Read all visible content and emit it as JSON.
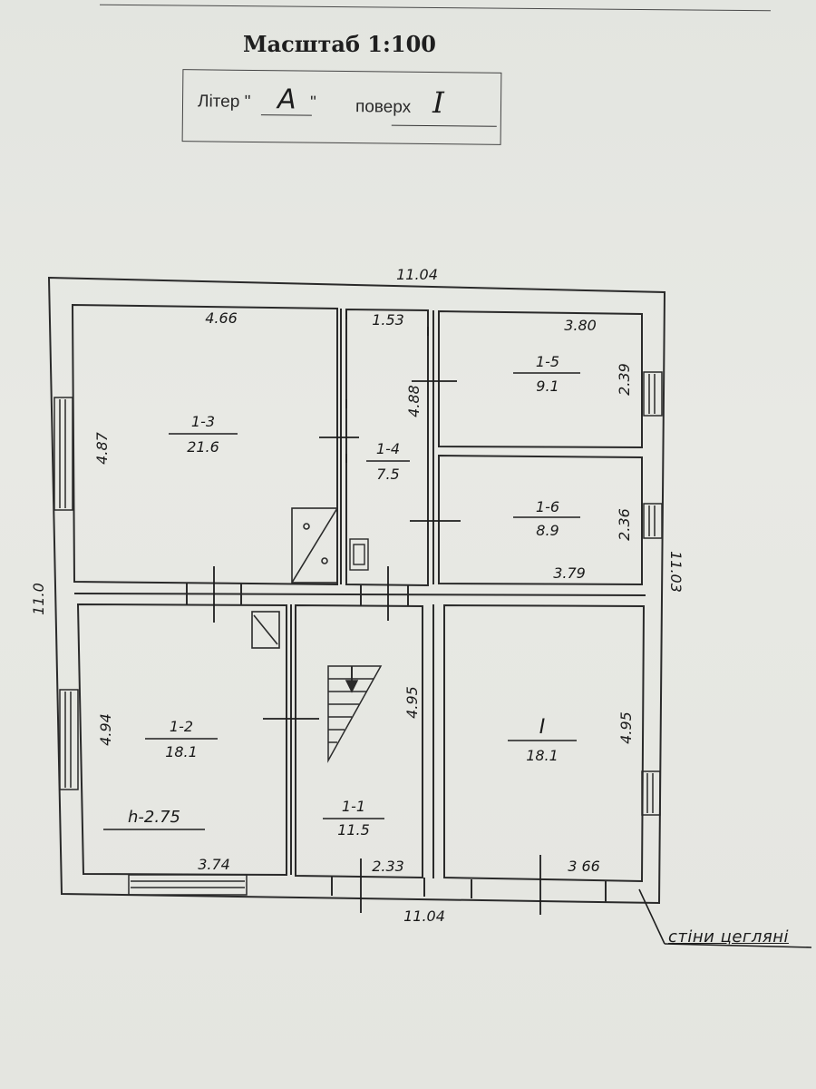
{
  "header": {
    "scale": "Масштаб 1:100",
    "liter_label": "Літер \"",
    "liter_close": "\"",
    "liter_value": "А",
    "floor_label": "поверх",
    "floor_value": "I"
  },
  "rooms": [
    {
      "id": "1-3",
      "area": "21.6"
    },
    {
      "id": "1-4",
      "area": "7.5"
    },
    {
      "id": "1-5",
      "area": "9.1"
    },
    {
      "id": "1-6",
      "area": "8.9"
    },
    {
      "id": "1-2",
      "area": "18.1"
    },
    {
      "id": "1-1",
      "area": "11.5"
    },
    {
      "id": "I",
      "area": "18.1"
    }
  ],
  "dimensions": {
    "top_outer": "11.04",
    "bottom_outer": "11.04",
    "left_outer": "11.0",
    "right_outer": "11.03",
    "r13_width": "4.66",
    "r13_height": "4.87",
    "r14_width": "1.53",
    "r14_height": "4.88",
    "r15_width": "3.80",
    "r15_height": "2.39",
    "r16_width": "3.79",
    "r16_height": "2.36",
    "r12_width": "3.74",
    "r12_height": "4.94",
    "r11_width": "2.33",
    "r11_height": "4.95",
    "rI_width": "3 66",
    "rI_height": "4.95"
  },
  "ceiling_height": "h-2.75",
  "wall_note": "стіни цегляні"
}
